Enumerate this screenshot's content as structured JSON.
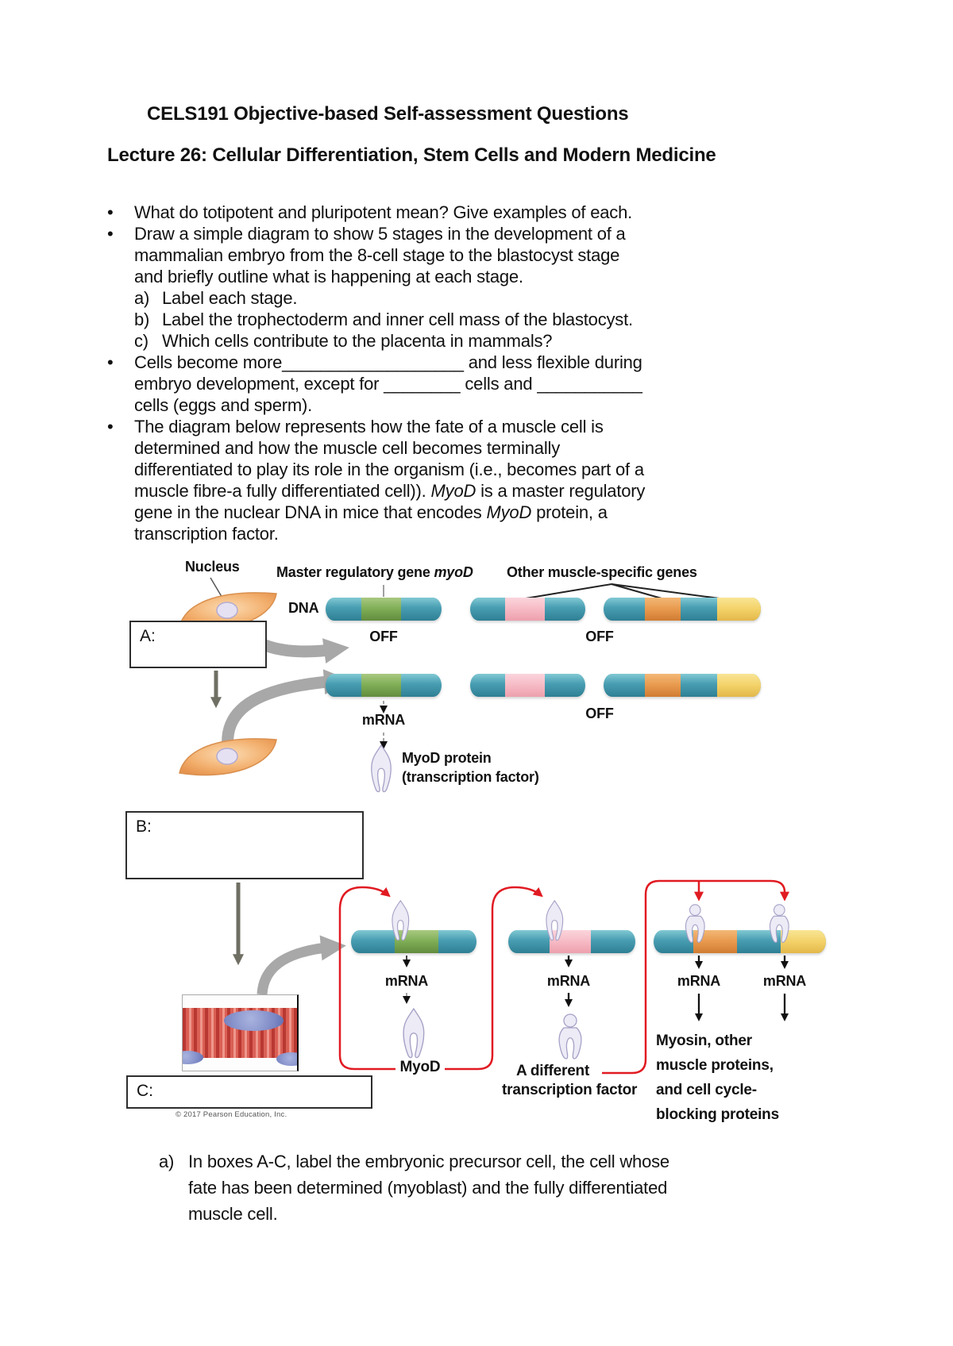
{
  "header": {
    "title": "CELS191 Objective-based Self-assessment Questions",
    "lecture": "Lecture 26: Cellular Differentiation, Stem Cells and Modern Medicine"
  },
  "markers": {
    "bullet": "•",
    "a": "a)",
    "b": "b)",
    "c": "c)"
  },
  "questions": {
    "q1": "What do totipotent and pluripotent mean? Give examples of each.",
    "q2_l1": "Draw a simple diagram to show 5 stages in the development of a",
    "q2_l2": "mammalian embryo from the 8-cell stage to the blastocyst stage",
    "q2_l3": "and briefly outline what is happening at each stage.",
    "q2a": "Label each stage.",
    "q2b": "Label the trophectoderm and inner cell mass of the blastocyst.",
    "q2c": "Which cells contribute to the placenta in mammals?",
    "q3_l1": "Cells become more___________________ and less flexible during",
    "q3_l2": "embryo development, except for ________ cells and ___________",
    "q3_l3": "cells (eggs and sperm).",
    "q4_l1": "The diagram below represents how the fate of a muscle cell is",
    "q4_l2": "determined and how the muscle cell becomes terminally",
    "q4_l3": "differentiated to play its role in the organism (i.e., becomes part of a",
    "q4_l4a": "muscle fibre-a fully differentiated cell)). ",
    "q4_l4b": "MyoD",
    "q4_l4c": " is a master regulatory",
    "q4_l5a": "gene in the nuclear DNA in mice that encodes ",
    "q4_l5b": "MyoD",
    "q4_l5c": " protein, a",
    "q4_l6": "transcription factor."
  },
  "diagram": {
    "nucleus": "Nucleus",
    "master_gene_prefix": "Master regulatory gene ",
    "master_gene_italic": "myoD",
    "other_genes": "Other muscle-specific genes",
    "dna": "DNA",
    "off_row1_myod": "OFF",
    "off_row1_other": "OFF",
    "off_row2_other": "OFF",
    "mrna": "mRNA",
    "myod_protein_l1": "MyoD protein",
    "myod_protein_l2": "(transcription factor)",
    "box_a": "A:",
    "box_b": "B:",
    "box_c": "C:",
    "myod": "MyoD",
    "different_tf_l1": "A different",
    "different_tf_l2": "transcription factor",
    "myosin_l1": "Myosin, other",
    "myosin_l2": "muscle proteins,",
    "myosin_l3": "and cell cycle-",
    "myosin_l4": "blocking proteins",
    "copyright": "© 2017 Pearson Education, Inc."
  },
  "final_question": {
    "marker": "a)",
    "l1": "In boxes A-C, label the embryonic precursor cell, the cell whose",
    "l2": "fate has been determined (myoblast) and the fully differentiated",
    "l3": "muscle cell."
  },
  "colors": {
    "dna_teal": "#4a9fb3",
    "gene_green": "#7fae56",
    "gene_pink": "#f6bac5",
    "gene_orange": "#e8994d",
    "gene_yellow": "#f3d269",
    "loop_red": "#e11b22",
    "arrow_gray": "#a8a8a8",
    "cell_orange": "#f0a765"
  }
}
